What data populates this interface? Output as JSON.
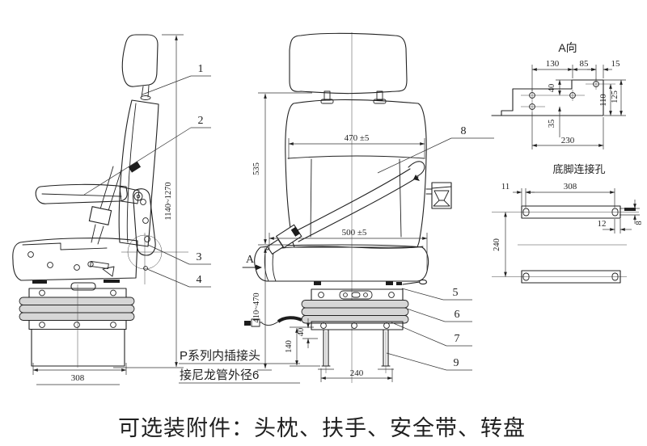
{
  "caption": "可选装附件：头枕、扶手、安全带、转盘",
  "side_view": {
    "callout_1": "1",
    "callout_2": "2",
    "callout_3": "3",
    "callout_4": "4",
    "dim_height": "1140~1270",
    "dim_base": "308"
  },
  "front_view": {
    "callout_5": "5",
    "callout_6": "6",
    "callout_7": "7",
    "callout_8": "8",
    "callout_9": "9",
    "section_label": "A",
    "dim_backrest_width": "470 ±5",
    "dim_backrest_height": "535",
    "dim_cushion_width": "500 ±5",
    "dim_seat_height": "410~470",
    "dim_foot_140": "140",
    "dim_foot_40": "40",
    "dim_leg_spacing": "240",
    "note_line1": "P系列内插接头",
    "note_line2": "接尼龙管外径6"
  },
  "view_a": {
    "title": "A向",
    "dim_130": "130",
    "dim_85": "85",
    "dim_15": "15",
    "dim_40": "40",
    "dim_35": "35",
    "dim_110": "110",
    "dim_125": "125",
    "dim_230": "230"
  },
  "foot_holes": {
    "title": "底脚连接孔",
    "dim_11": "11",
    "dim_308": "308",
    "dim_12": "12",
    "dim_8": "8",
    "dim_240": "240"
  }
}
